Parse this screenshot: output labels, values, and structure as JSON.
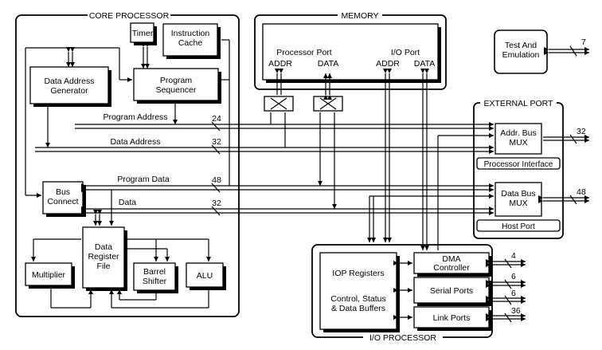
{
  "sections": {
    "core_processor": "CORE PROCESSOR",
    "memory": "MEMORY",
    "external_port": "EXTERNAL PORT",
    "io_processor": "I/O PROCESSOR"
  },
  "blocks": {
    "timer": "Timer",
    "instruction_cache": [
      "Instruction",
      "Cache"
    ],
    "data_address_generator": [
      "Data Address",
      "Generator"
    ],
    "program_sequencer": [
      "Program",
      "Sequencer"
    ],
    "bus_connect": [
      "Bus",
      "Connect"
    ],
    "data_register_file": [
      "Data",
      "Register",
      "File"
    ],
    "multiplier": "Multiplier",
    "barrel_shifter": [
      "Barrel",
      "Shifter"
    ],
    "alu": "ALU",
    "test_emulation": [
      "Test And",
      "Emulation"
    ],
    "addr_bus_mux": [
      "Addr. Bus",
      "MUX"
    ],
    "data_bus_mux": [
      "Data Bus",
      "MUX"
    ],
    "processor_interface": "Processor Interface",
    "host_port": "Host Port",
    "iop_registers": "IOP Registers",
    "control_status": [
      "Control, Status",
      "& Data Buffers"
    ],
    "dma_controller": [
      "DMA",
      "Controller"
    ],
    "serial_ports": "Serial Ports",
    "link_ports": "Link Ports"
  },
  "memory_ports": {
    "processor_port": "Processor Port",
    "io_port": "I/O Port",
    "addr": "ADDR",
    "data": "DATA"
  },
  "buses": {
    "program_address": "Program Address",
    "program_address_width": "24",
    "data_address": "Data Address",
    "data_address_width": "32",
    "program_data": "Program Data",
    "program_data_width": "48",
    "data": "Data",
    "data_width": "32"
  },
  "pin_widths": {
    "test": "7",
    "addr_mux": "32",
    "data_mux": "48",
    "dma": "4",
    "serial_a": "6",
    "serial_b": "6",
    "link": "36"
  }
}
